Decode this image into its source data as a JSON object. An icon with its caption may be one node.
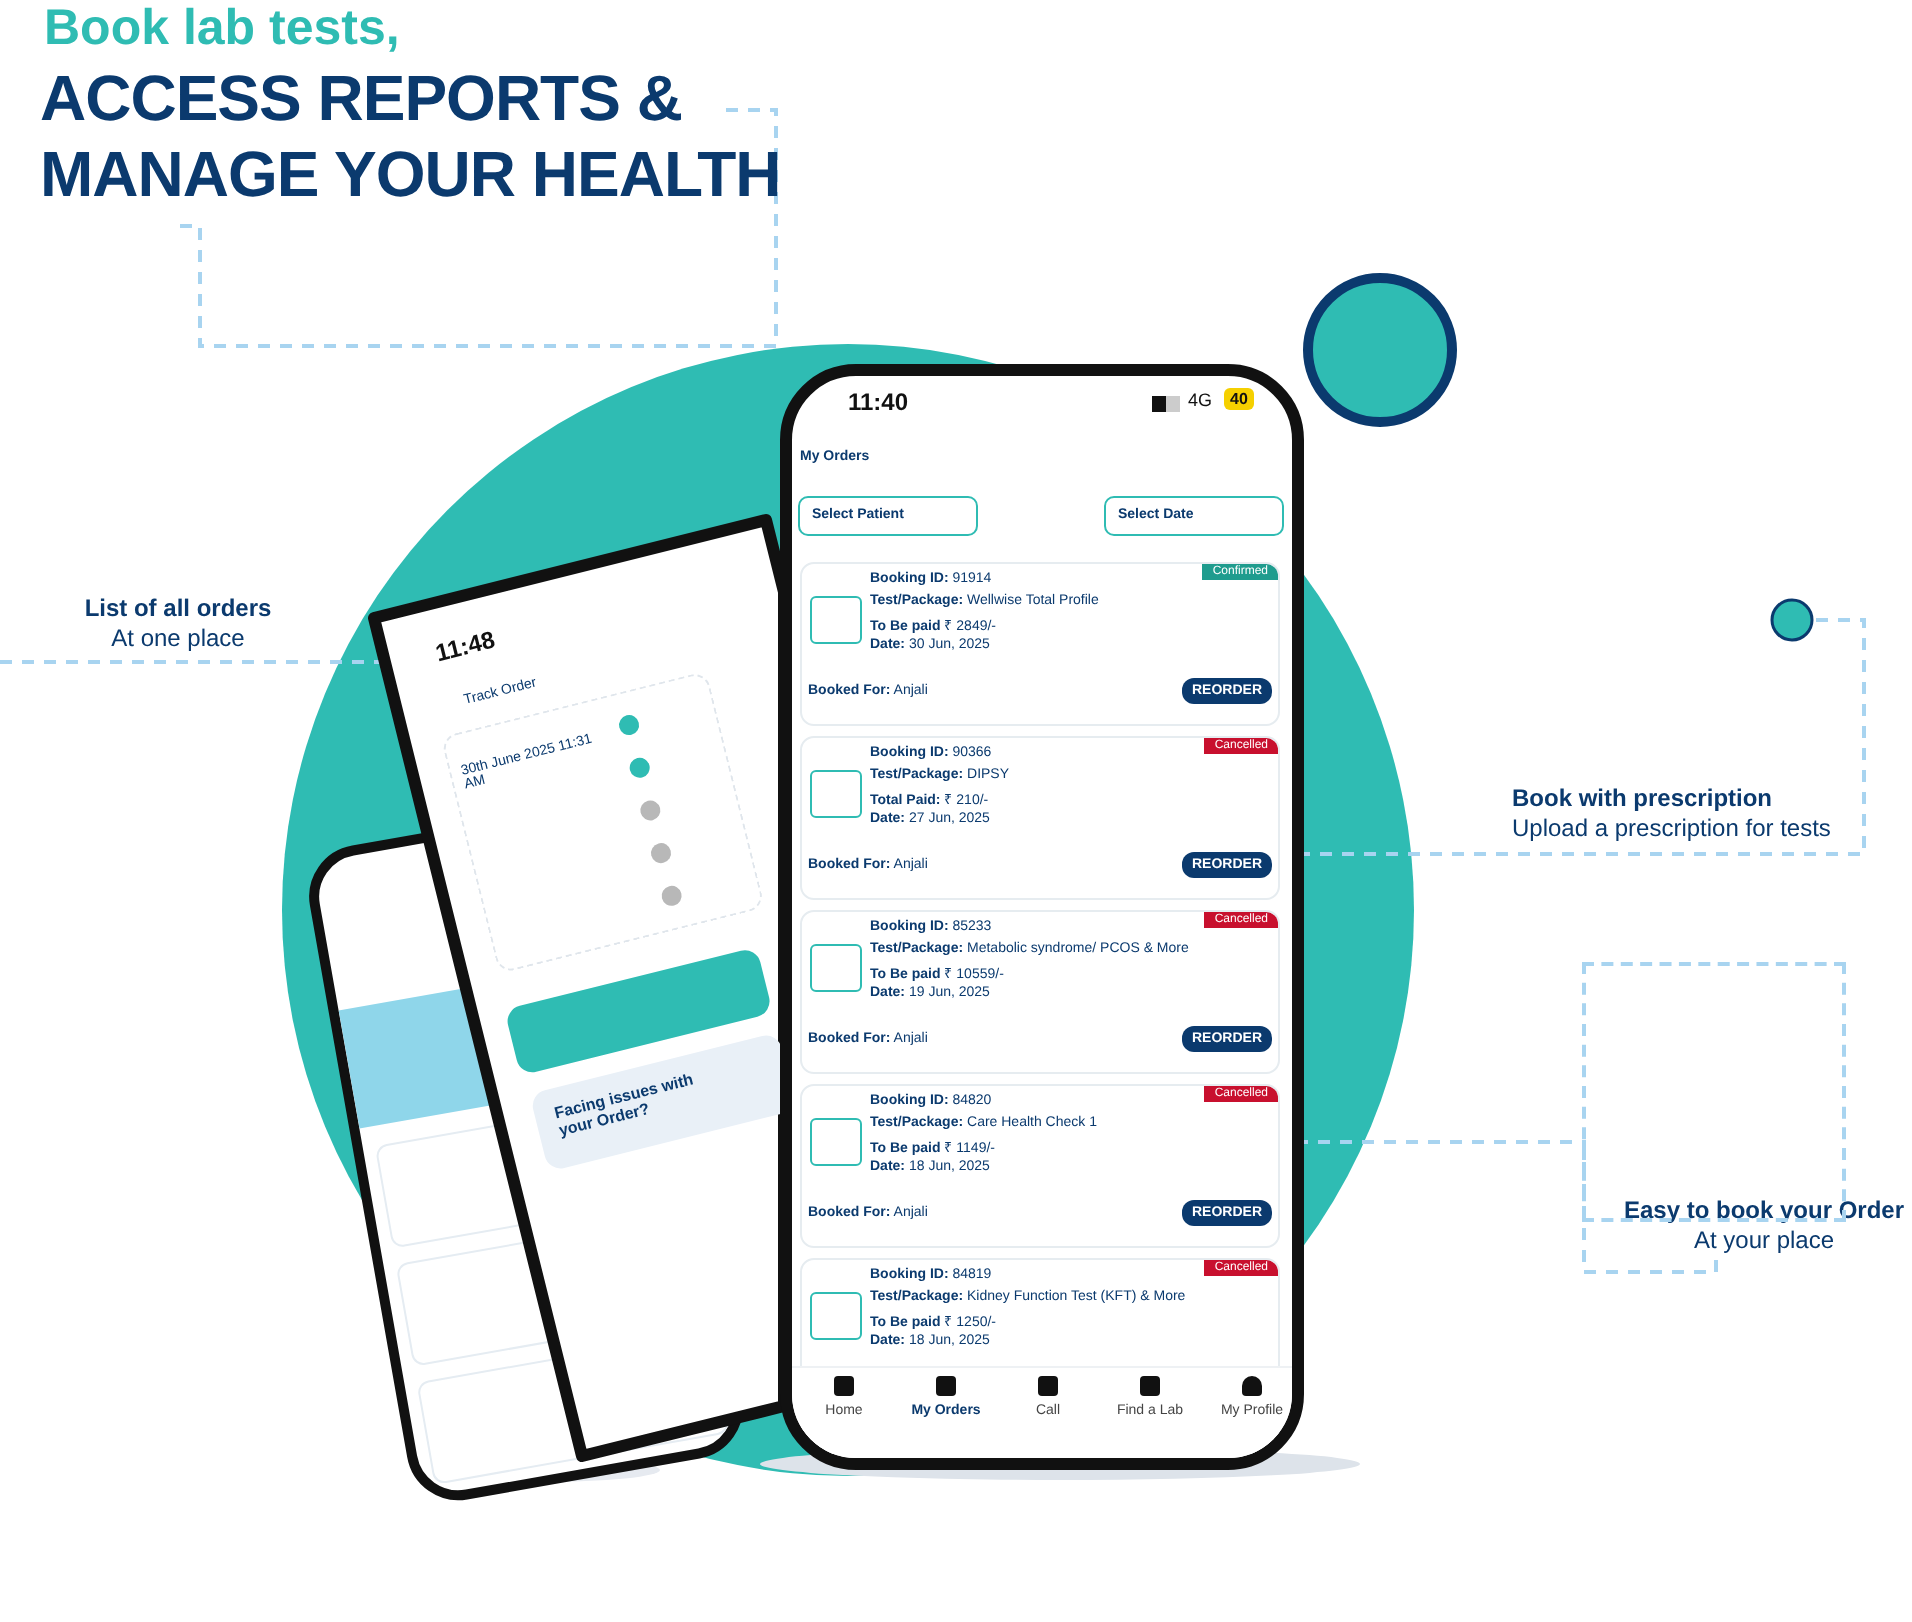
{
  "diagram": {
    "nodes": [
      {
        "text": [
          "List of all orders",
          "At one place"
        ]
      },
      {
        "text": [
          "Book with prescription",
          "Upload a prescription for tests"
        ]
      },
      {
        "text": [
          "Easy to book your Order",
          "At your place"
        ]
      },
      {
        "text": [],
        "shape": "picture"
      },
      {
        "text": [],
        "shape": "picture"
      },
      {
        "text": [],
        "shape": "box"
      },
      {
        "text": [],
        "shape": "bar",
        "in": 4
      }
    ],
    "edges": [
      {
        "from": 0,
        "to": 4,
        "arrow": "none",
        "style": "dashed"
      },
      {
        "from": 1,
        "to": 3,
        "arrow": "none",
        "style": "dashed"
      },
      {
        "from": 2,
        "to": 3,
        "arrow": "none",
        "style": "dashed"
      }
    ],
    "labels": [
      "Book lab tests,",
      "ACCESS REPORTS & MANAGE YOUR HEALTH",
      "11:40",
      "4G",
      "40",
      "My Orders",
      "Select Patient",
      "Select Date",
      "Confirmed",
      "**Booking ID:** 91914",
      "**Test/Package:** Wellwise Total Profile",
      "**To Be paid** ₹ 2849/-",
      "**Date:** 30 Jun, 2025",
      "**Booked For:** Anjali",
      "REORDER",
      "Cancelled",
      "**Booking ID:** 90366",
      "**Test/Package:** DIPSY",
      "**Total Paid:** ₹ 210/-",
      "**Date:** 27 Jun, 2025",
      "**Booked For:** Anjali",
      "REORDER",
      "Cancelled",
      "**Booking ID:** 85233",
      "**Test/Package:** Metabolic syndrome/ PCOS & More",
      "**To Be paid** ₹ 10559/-",
      "**Date:** 19 Jun, 2025",
      "**Booked For:** Anjali",
      "REORDER",
      "Cancelled",
      "**Booking ID:** 84820",
      "**Test/Package:** Care Health Check 1",
      "**To Be paid** ₹ 1149/-",
      "**Date:** 18 Jun, 2025",
      "**Booked For:** Anjali",
      "REORDER",
      "Cancelled",
      "**Booking ID:** 84819",
      "**Test/Package:** Kidney Function Test (KFT) & More",
      "**To Be paid** ₹ 1250/-",
      "**Date:** 18 Jun, 2025",
      "Home",
      "My Orders",
      "Call",
      "Find a Lab",
      "My Profile",
      "11:48",
      "Track Order",
      "30th June 2025 11:31 AM",
      "Facing issues with your Order?"
    ]
  }
}
